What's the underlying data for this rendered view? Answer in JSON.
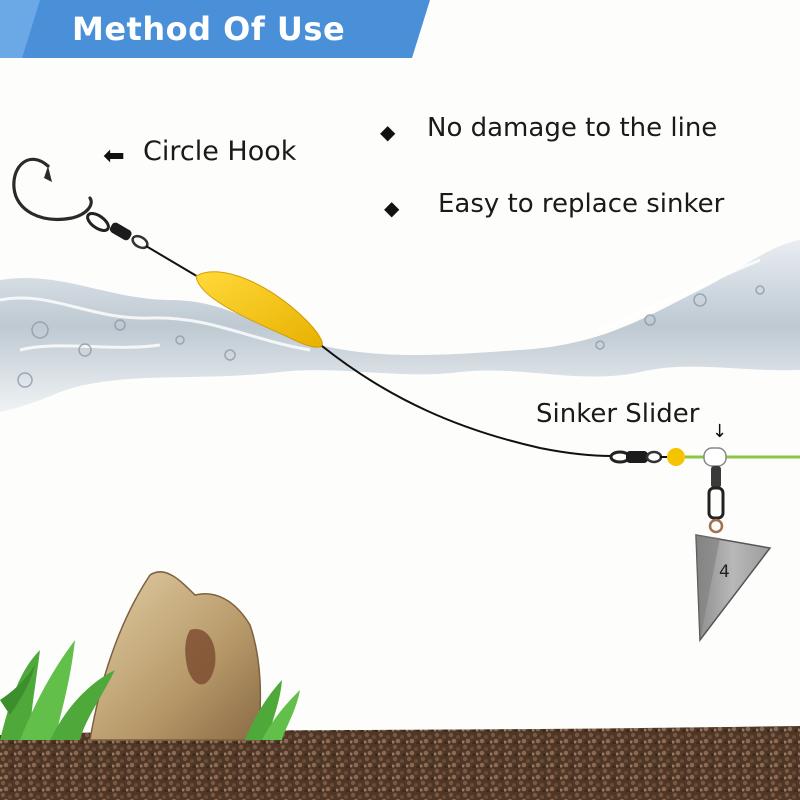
{
  "banner": {
    "title": "Method Of Use",
    "color": "#4a90d9"
  },
  "labels": {
    "circle_hook": "Circle Hook",
    "sinker_slider": "Sinker Slider"
  },
  "features": [
    "No damage to the line",
    "Easy to replace sinker"
  ],
  "icons": {
    "bullet": "diamond-bullet-icon",
    "pointer": "left-arrow-icon",
    "down_arrow": "down-arrow-icon"
  },
  "sinker": {
    "weight_label": "4"
  },
  "colors": {
    "float": "#f5c400",
    "line_green": "#8ac73f",
    "water": "#c9d3db",
    "gravel": "#5a4030"
  }
}
